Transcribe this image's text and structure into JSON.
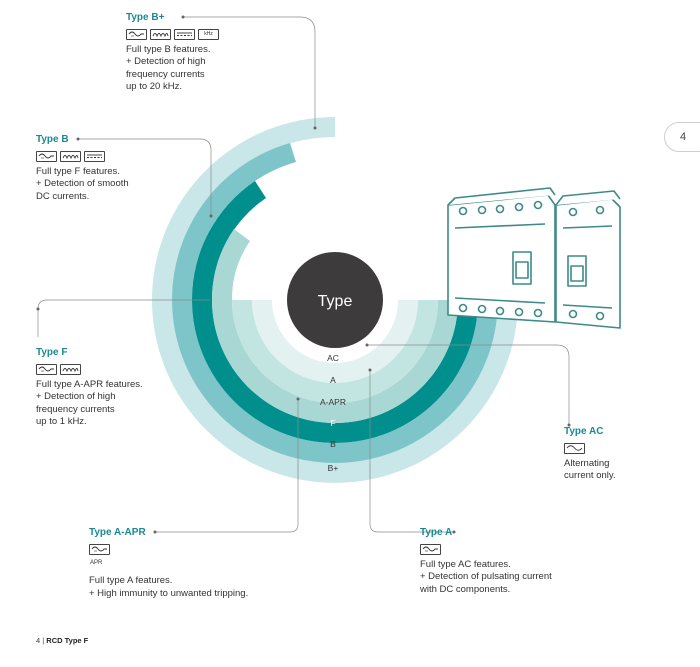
{
  "center_label": "Type",
  "ring_labels": [
    "AC",
    "A",
    "A-APR",
    "F",
    "B",
    "B+"
  ],
  "blocks": {
    "b_plus": {
      "title": "Type B+",
      "icons": [
        "ac-wave-icon",
        "pulsating-icon",
        "smooth-dc-icon",
        "khz-icon"
      ],
      "icon_text": "kHz",
      "lines": [
        "Full type B features.",
        "+ Detection of high",
        "frequency currents",
        "up to 20 kHz."
      ]
    },
    "b": {
      "title": "Type B",
      "icons": [
        "ac-wave-icon",
        "pulsating-icon",
        "smooth-dc-icon"
      ],
      "lines": [
        "Full type F features.",
        "+ Detection of smooth",
        "DC currents."
      ]
    },
    "f": {
      "title": "Type F",
      "icons": [
        "ac-wave-icon",
        "pulsating-icon"
      ],
      "lines": [
        "Full type A-APR features.",
        "+ Detection of high",
        "frequency currents",
        "up to 1 kHz."
      ]
    },
    "a_apr": {
      "title": "Type A-APR",
      "icons": [
        "ac-wave-icon"
      ],
      "sub": "APR",
      "lines": [
        "Full type A features.",
        "+ High immunity to unwanted tripping."
      ]
    },
    "a": {
      "title": "Type A",
      "icons": [
        "ac-wave-icon"
      ],
      "lines": [
        "Full type AC features.",
        "+ Detection of pulsating current",
        "with DC components."
      ]
    },
    "ac": {
      "title": "Type AC",
      "icons": [
        "sine-wave-icon"
      ],
      "lines": [
        "Alternating",
        "current only."
      ]
    }
  },
  "page_tab": "4",
  "footer": {
    "page": "4",
    "separator": " | ",
    "label": "RCD Type F"
  },
  "colors": {
    "accent": "#1a8a92",
    "teal": "#008f8c",
    "ring_b": "#7ec5c9",
    "ring_bplus": "#c9e7e8",
    "ring_a": "#a9d8d4",
    "center": "#3d3b3b"
  }
}
